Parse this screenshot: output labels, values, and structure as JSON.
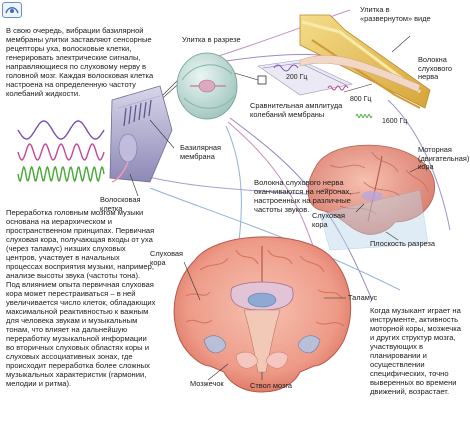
{
  "intro_text": "В свою очередь, вибрации базилярной мембраны улитки заставляют сенсорные рецепторы уха, волосковые клетки, генерировать электрические сигналы, направляющиеся по слуховому нерву в головной мозг. Каждая волосковая клетка настроена на определенную частоту колебаний жидкости.",
  "processing_text": "Переработка головным мозгом музыки основана на иерархическом и пространственном принципах. Первичная слуховая кора, получающая входы от уха (через таламус) низших слуховых центров, участвует в начальных процессах восприятия музыки, например, анализе высоты звука (частоты тона). Под влиянием опыта первичная слуховая кора может перестраиваться – в ней увеличивается число клеток, обладающих максимальной реактивностью к важным для человека звукам и музыкальным тонам, что влияет на дальнейшую переработку музыкальной информации во вторичных слуховых областях коры и слуховых ассоциативных зонах, где происходит переработка более сложных музыкальных характеристик (гармонии, мелодии и ритма).",
  "musician_text": "Когда музыкант играет на инструменте, активность моторной коры, мозжечка и других структур мозга, участвующих в планировании и осуществлении специфических, точно выверенных во времени движений, возрастает.",
  "nerve_text": "Волокна слухового нерва оканчиваются на нейронах, настроенных на различные частоты звуков.",
  "labels": {
    "cochlea_unrolled": "Улитка в «развернутом» виде",
    "cochlea_section": "Улитка в разрезе",
    "auditory_nerve": "Волокна слухового нерва",
    "amplitude_compare": "Сравнительная амплитуда колебаний мембраны",
    "basilar_membrane": "Базилярная мембрана",
    "hair_cell": "Волосковая клетка",
    "motor_cortex": "Моторная (двигательная) кора",
    "auditory_cortex_small": "Слуховая кора",
    "cut_plane": "Плоскость разреза",
    "auditory_cortex_left": "Слуховая кора",
    "thalamus": "Таламус",
    "cerebellum": "Мозжечок",
    "brainstem": "Ствол мозга"
  },
  "frequencies": {
    "f200": "200 Гц",
    "f800": "800 Гц",
    "f1600": "1600 Гц"
  },
  "colors": {
    "wave_low": "#7a4fb0",
    "wave_mid": "#c0479a",
    "wave_high": "#49a838",
    "brain": "#f1a596",
    "cochlea": "#e9c35c"
  }
}
